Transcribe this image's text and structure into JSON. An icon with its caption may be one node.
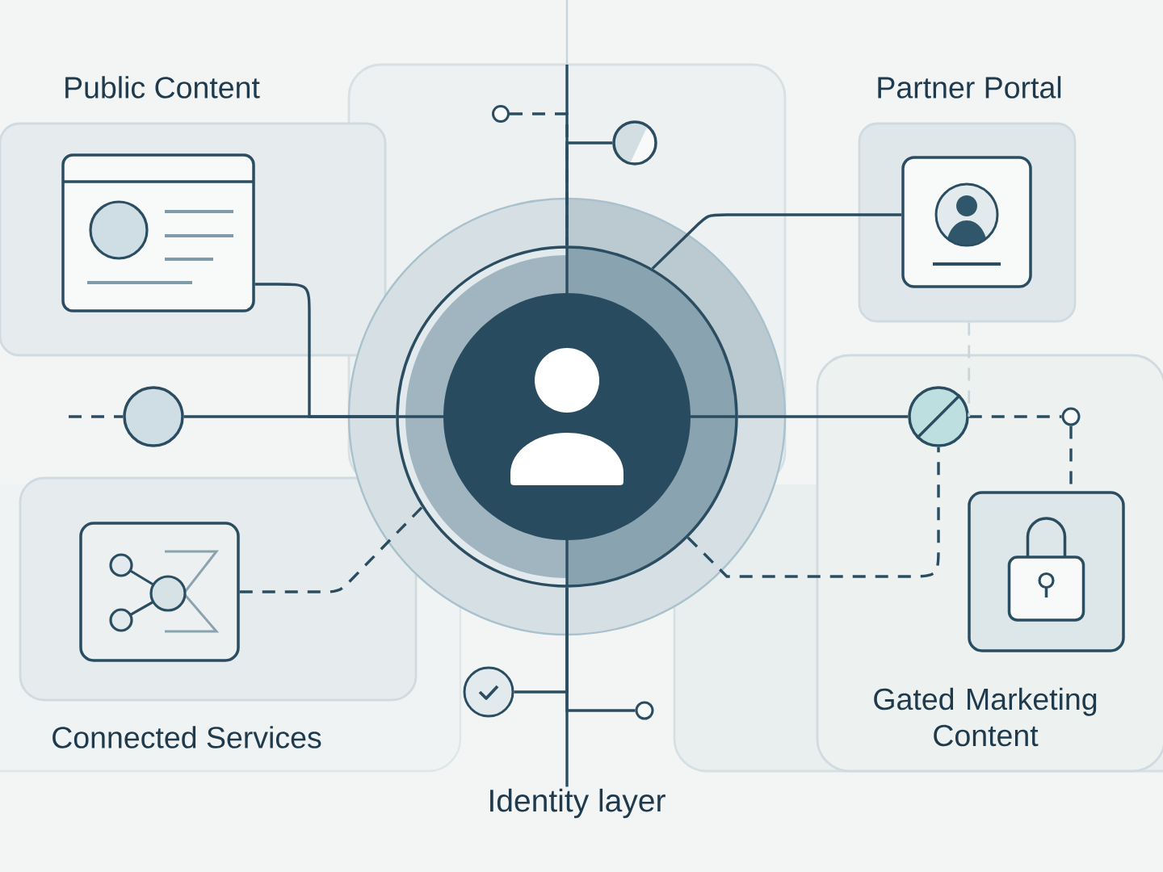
{
  "diagram": {
    "nodes": [
      {
        "text": [
          "Public Content"
        ]
      },
      {
        "text": [],
        "shape": "picture",
        "in": 0
      },
      {
        "text": [],
        "shape": "circle"
      },
      {
        "text": [],
        "shape": "circle"
      },
      {
        "text": [
          "Partner Portal"
        ]
      },
      {
        "text": [],
        "shape": "picture",
        "in": 4
      },
      {
        "text": [],
        "shape": "circle"
      },
      {
        "text": [],
        "shape": "circle"
      },
      {
        "text": [
          "Gated Marketing Content"
        ]
      },
      {
        "text": [],
        "shape": "circle",
        "in": 8
      },
      {
        "text": [],
        "shape": "circle",
        "in": 8
      },
      {
        "text": [],
        "shape": "picture",
        "in": 8
      },
      {
        "text": [
          "Connected Services"
        ]
      },
      {
        "text": [],
        "shape": "picture",
        "in": 12
      },
      {
        "text": [],
        "shape": "circle"
      },
      {
        "text": [],
        "shape": "circle"
      },
      {
        "text": [
          "Identity layer"
        ]
      }
    ],
    "edges": [
      {
        "from": null,
        "to": 7,
        "arrow": "none",
        "style": "dashed"
      },
      {
        "from": 7,
        "to": 6,
        "arrow": "none"
      },
      {
        "from": 1,
        "to": 6,
        "arrow": "none"
      },
      {
        "from": 2,
        "to": 6,
        "arrow": "none",
        "style": "dashed"
      },
      {
        "from": 3,
        "to": 6,
        "arrow": "none"
      },
      {
        "from": null,
        "to": 6,
        "arrow": "none"
      },
      {
        "from": 5,
        "to": 6,
        "arrow": "none"
      },
      {
        "from": 6,
        "to": 9,
        "arrow": "none"
      },
      {
        "from": 9,
        "to": 10,
        "arrow": "none",
        "style": "dashed"
      },
      {
        "from": 10,
        "to": 11,
        "arrow": "none",
        "style": "dashed"
      },
      {
        "from": 4,
        "to": 9,
        "arrow": "none",
        "style": "dashed",
        "color": "#c9d5da"
      },
      {
        "from": 6,
        "to": 9,
        "arrow": "none",
        "style": "dashed"
      },
      {
        "from": 13,
        "to": 6,
        "arrow": "none",
        "style": "dashed"
      },
      {
        "from": 14,
        "to": 6,
        "arrow": "none"
      },
      {
        "from": 15,
        "to": 6,
        "arrow": "none"
      },
      {
        "from": 6,
        "to": 16,
        "arrow": "none"
      }
    ]
  }
}
